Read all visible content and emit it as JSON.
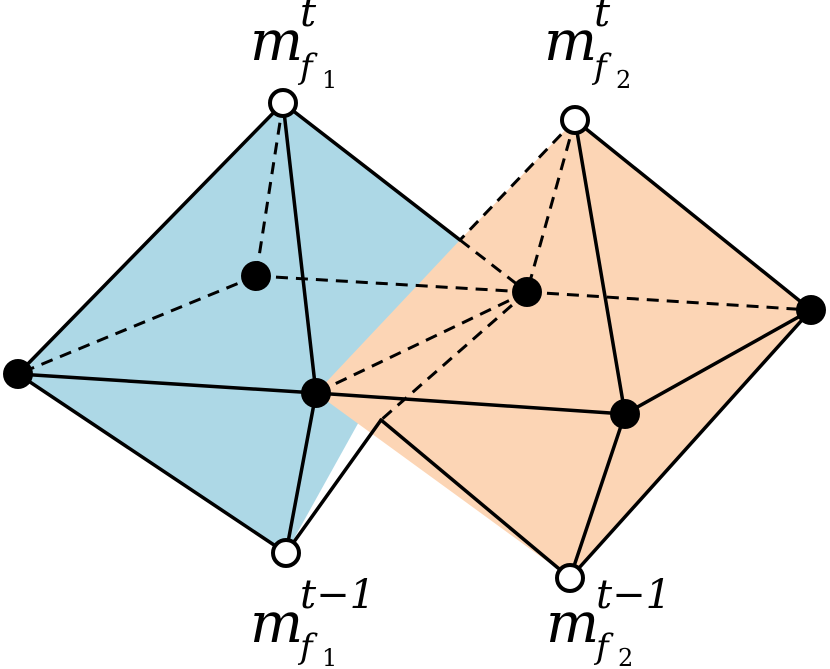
{
  "diagram": {
    "colors": {
      "left_fill": "#add8e6",
      "right_fill": "#fcd5b5",
      "edge": "#000000",
      "vertex_filled": "#000000",
      "vertex_open_fill": "#ffffff"
    },
    "labels": {
      "top_left": {
        "base": "m",
        "sup": "t",
        "sub": "f",
        "subsub": "1"
      },
      "top_right": {
        "base": "m",
        "sup": "t",
        "sub": "f",
        "subsub": "2"
      },
      "bottom_left": {
        "base": "m",
        "sup": "t−1",
        "sub": "f",
        "subsub": "1"
      },
      "bottom_right": {
        "base": "m",
        "sup": "t−1",
        "sub": "f",
        "subsub": "2"
      }
    }
  }
}
